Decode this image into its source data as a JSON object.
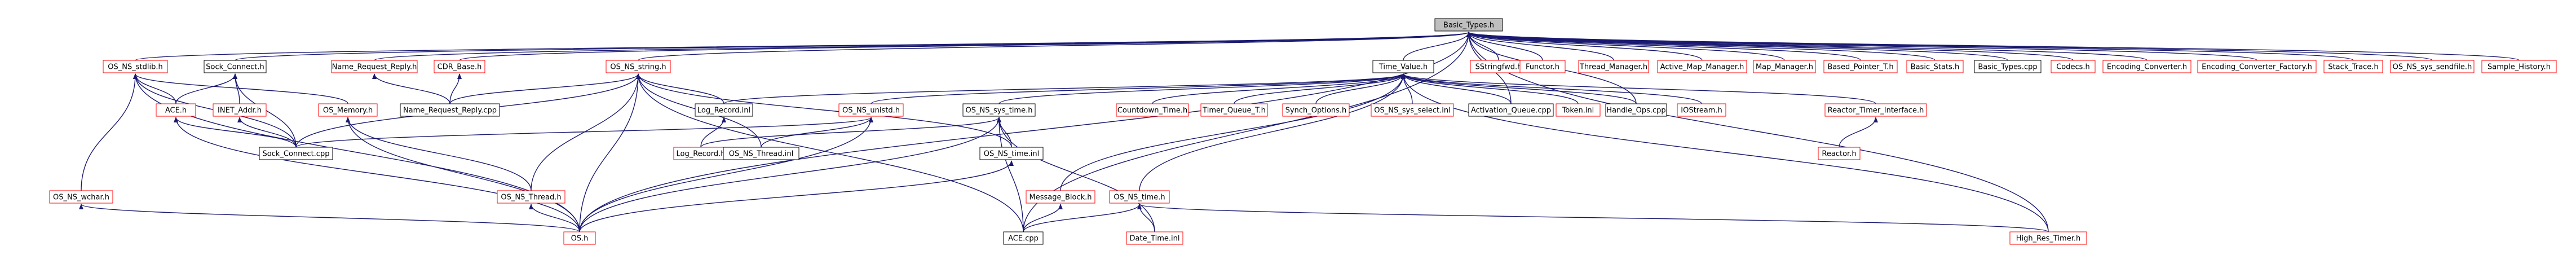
{
  "nodes": [
    {
      "id": "basic_types_h",
      "label": "Basic_Types.h",
      "style": "root"
    },
    {
      "id": "sstringfwd_h",
      "label": "SStringfwd.h",
      "style": "red"
    },
    {
      "id": "functor_h",
      "label": "Functor.h",
      "style": "red"
    },
    {
      "id": "thread_manager_h",
      "label": "Thread_Manager.h",
      "style": "red"
    },
    {
      "id": "active_map_manager_h",
      "label": "Active_Map_Manager.h",
      "style": "red"
    },
    {
      "id": "map_manager_h",
      "label": "Map_Manager.h",
      "style": "red"
    },
    {
      "id": "based_pointer_t_h",
      "label": "Based_Pointer_T.h",
      "style": "red"
    },
    {
      "id": "basic_stats_h",
      "label": "Basic_Stats.h",
      "style": "red"
    },
    {
      "id": "basic_types_cpp",
      "label": "Basic_Types.cpp",
      "style": "black"
    },
    {
      "id": "codecs_h",
      "label": "Codecs.h",
      "style": "red"
    },
    {
      "id": "encoding_converter_h",
      "label": "Encoding_Converter.h",
      "style": "red"
    },
    {
      "id": "encoding_converter_factory_h",
      "label": "Encoding_Converter_Factory.h",
      "style": "red"
    },
    {
      "id": "stack_trace_h",
      "label": "Stack_Trace.h",
      "style": "red"
    },
    {
      "id": "os_ns_sys_sendfile_h",
      "label": "OS_NS_sys_sendfile.h",
      "style": "red"
    },
    {
      "id": "sample_history_h",
      "label": "Sample_History.h",
      "style": "red"
    },
    {
      "id": "os_ns_stdlib_h",
      "label": "OS_NS_stdlib.h",
      "style": "red"
    },
    {
      "id": "sock_connect_h",
      "label": "Sock_Connect.h",
      "style": "black"
    },
    {
      "id": "name_request_reply_h",
      "label": "Name_Request_Reply.h",
      "style": "red"
    },
    {
      "id": "cdr_base_h",
      "label": "CDR_Base.h",
      "style": "red"
    },
    {
      "id": "os_ns_string_h",
      "label": "OS_NS_string.h",
      "style": "red"
    },
    {
      "id": "time_value_h",
      "label": "Time_Value.h",
      "style": "black"
    },
    {
      "id": "ace_h",
      "label": "ACE.h",
      "style": "red"
    },
    {
      "id": "inet_addr_h",
      "label": "INET_Addr.h",
      "style": "red"
    },
    {
      "id": "os_memory_h",
      "label": "OS_Memory.h",
      "style": "red"
    },
    {
      "id": "name_request_reply_cpp",
      "label": "Name_Request_Reply.cpp",
      "style": "black"
    },
    {
      "id": "log_record_inl",
      "label": "Log_Record.inl",
      "style": "black"
    },
    {
      "id": "os_ns_unistd_h",
      "label": "OS_NS_unistd.h",
      "style": "red"
    },
    {
      "id": "os_ns_sys_time_h",
      "label": "OS_NS_sys_time.h",
      "style": "black"
    },
    {
      "id": "countdown_time_h",
      "label": "Countdown_Time.h",
      "style": "red"
    },
    {
      "id": "timer_queue_t_h",
      "label": "Timer_Queue_T.h",
      "style": "red"
    },
    {
      "id": "synch_options_h",
      "label": "Synch_Options.h",
      "style": "red"
    },
    {
      "id": "os_ns_sys_select_inl",
      "label": "OS_NS_sys_select.inl",
      "style": "red"
    },
    {
      "id": "activation_queue_cpp",
      "label": "Activation_Queue.cpp",
      "style": "black"
    },
    {
      "id": "token_inl",
      "label": "Token.inl",
      "style": "red"
    },
    {
      "id": "handle_ops_cpp",
      "label": "Handle_Ops.cpp",
      "style": "black"
    },
    {
      "id": "iostream_h",
      "label": "IOStream.h",
      "style": "red"
    },
    {
      "id": "reactor_timer_interface_h",
      "label": "Reactor_Timer_Interface.h",
      "style": "red"
    },
    {
      "id": "sock_connect_cpp",
      "label": "Sock_Connect.cpp",
      "style": "black"
    },
    {
      "id": "log_record_h",
      "label": "Log_Record.h",
      "style": "red"
    },
    {
      "id": "os_ns_thread_inl",
      "label": "OS_NS_Thread.inl",
      "style": "black"
    },
    {
      "id": "os_ns_time_inl",
      "label": "OS_NS_time.inl",
      "style": "black"
    },
    {
      "id": "reactor_h",
      "label": "Reactor.h",
      "style": "red"
    },
    {
      "id": "os_ns_wchar_h",
      "label": "OS_NS_wchar.h",
      "style": "red"
    },
    {
      "id": "os_ns_thread_h",
      "label": "OS_NS_Thread.h",
      "style": "red"
    },
    {
      "id": "message_block_h",
      "label": "Message_Block.h",
      "style": "red"
    },
    {
      "id": "os_ns_time_h",
      "label": "OS_NS_time.h",
      "style": "red"
    },
    {
      "id": "os_h",
      "label": "OS.h",
      "style": "red"
    },
    {
      "id": "ace_cpp",
      "label": "ACE.cpp",
      "style": "black"
    },
    {
      "id": "date_time_inl",
      "label": "Date_Time.inl",
      "style": "red"
    },
    {
      "id": "high_res_timer_h",
      "label": "High_Res_Timer.h",
      "style": "red"
    }
  ],
  "edges": [
    [
      "sstringfwd_h",
      "basic_types_h"
    ],
    [
      "functor_h",
      "basic_types_h"
    ],
    [
      "thread_manager_h",
      "basic_types_h"
    ],
    [
      "active_map_manager_h",
      "basic_types_h"
    ],
    [
      "map_manager_h",
      "basic_types_h"
    ],
    [
      "based_pointer_t_h",
      "basic_types_h"
    ],
    [
      "basic_stats_h",
      "basic_types_h"
    ],
    [
      "basic_types_cpp",
      "basic_types_h"
    ],
    [
      "codecs_h",
      "basic_types_h"
    ],
    [
      "encoding_converter_h",
      "basic_types_h"
    ],
    [
      "encoding_converter_factory_h",
      "basic_types_h"
    ],
    [
      "stack_trace_h",
      "basic_types_h"
    ],
    [
      "os_ns_sys_sendfile_h",
      "basic_types_h"
    ],
    [
      "sample_history_h",
      "basic_types_h"
    ],
    [
      "os_ns_stdlib_h",
      "basic_types_h"
    ],
    [
      "sock_connect_h",
      "basic_types_h"
    ],
    [
      "name_request_reply_h",
      "basic_types_h"
    ],
    [
      "cdr_base_h",
      "basic_types_h"
    ],
    [
      "os_ns_string_h",
      "basic_types_h"
    ],
    [
      "time_value_h",
      "basic_types_h"
    ],
    [
      "os_h",
      "basic_types_h"
    ],
    [
      "ace_cpp",
      "basic_types_h"
    ],
    [
      "high_res_timer_h",
      "basic_types_h"
    ],
    [
      "handle_ops_cpp",
      "basic_types_h"
    ],
    [
      "activation_queue_cpp",
      "basic_types_h"
    ],
    [
      "ace_h",
      "os_ns_stdlib_h"
    ],
    [
      "os_memory_h",
      "os_ns_stdlib_h"
    ],
    [
      "os_ns_wchar_h",
      "os_ns_stdlib_h"
    ],
    [
      "os_h",
      "os_ns_stdlib_h"
    ],
    [
      "sock_connect_cpp",
      "os_ns_stdlib_h"
    ],
    [
      "inet_addr_h",
      "sock_connect_h"
    ],
    [
      "sock_connect_cpp",
      "sock_connect_h"
    ],
    [
      "ace_h",
      "sock_connect_h"
    ],
    [
      "name_request_reply_cpp",
      "name_request_reply_h"
    ],
    [
      "name_request_reply_cpp",
      "cdr_base_h"
    ],
    [
      "name_request_reply_cpp",
      "os_ns_string_h"
    ],
    [
      "log_record_inl",
      "os_ns_string_h"
    ],
    [
      "os_ns_thread_h",
      "os_ns_string_h"
    ],
    [
      "os_ns_thread_inl",
      "os_ns_string_h"
    ],
    [
      "os_h",
      "os_ns_string_h"
    ],
    [
      "ace_cpp",
      "os_ns_string_h"
    ],
    [
      "sock_connect_cpp",
      "os_ns_string_h"
    ],
    [
      "os_ns_time_inl",
      "os_ns_string_h"
    ],
    [
      "os_ns_unistd_h",
      "time_value_h"
    ],
    [
      "os_ns_sys_time_h",
      "time_value_h"
    ],
    [
      "countdown_time_h",
      "time_value_h"
    ],
    [
      "timer_queue_t_h",
      "time_value_h"
    ],
    [
      "synch_options_h",
      "time_value_h"
    ],
    [
      "os_ns_sys_select_inl",
      "time_value_h"
    ],
    [
      "activation_queue_cpp",
      "time_value_h"
    ],
    [
      "token_inl",
      "time_value_h"
    ],
    [
      "handle_ops_cpp",
      "time_value_h"
    ],
    [
      "iostream_h",
      "time_value_h"
    ],
    [
      "reactor_timer_interface_h",
      "time_value_h"
    ],
    [
      "log_record_inl",
      "time_value_h"
    ],
    [
      "os_ns_time_h",
      "time_value_h"
    ],
    [
      "message_block_h",
      "time_value_h"
    ],
    [
      "high_res_timer_h",
      "time_value_h"
    ],
    [
      "sock_connect_cpp",
      "ace_h"
    ],
    [
      "sock_connect_cpp",
      "inet_addr_h"
    ],
    [
      "os_ns_thread_h",
      "os_memory_h"
    ],
    [
      "os_h",
      "os_memory_h"
    ],
    [
      "log_record_h",
      "log_record_inl"
    ],
    [
      "os_ns_thread_inl",
      "os_ns_unistd_h"
    ],
    [
      "sock_connect_cpp",
      "os_ns_unistd_h"
    ],
    [
      "os_h",
      "os_ns_unistd_h"
    ],
    [
      "os_ns_time_inl",
      "os_ns_sys_time_h"
    ],
    [
      "os_h",
      "os_ns_sys_time_h"
    ],
    [
      "ace_cpp",
      "os_ns_sys_time_h"
    ],
    [
      "date_time_inl",
      "os_ns_sys_time_h"
    ],
    [
      "reactor_h",
      "reactor_timer_interface_h"
    ],
    [
      "os_h",
      "os_ns_wchar_h"
    ],
    [
      "os_h",
      "os_ns_thread_h"
    ],
    [
      "ace_cpp",
      "os_ns_time_h"
    ],
    [
      "date_time_inl",
      "os_ns_time_h"
    ],
    [
      "high_res_timer_h",
      "os_ns_time_h"
    ],
    [
      "ace_cpp",
      "message_block_h"
    ],
    [
      "os_h",
      "ace_h"
    ],
    [
      "os_h",
      "os_ns_time_inl"
    ],
    [
      "log_record_h",
      "os_ns_sys_time_h"
    ]
  ]
}
